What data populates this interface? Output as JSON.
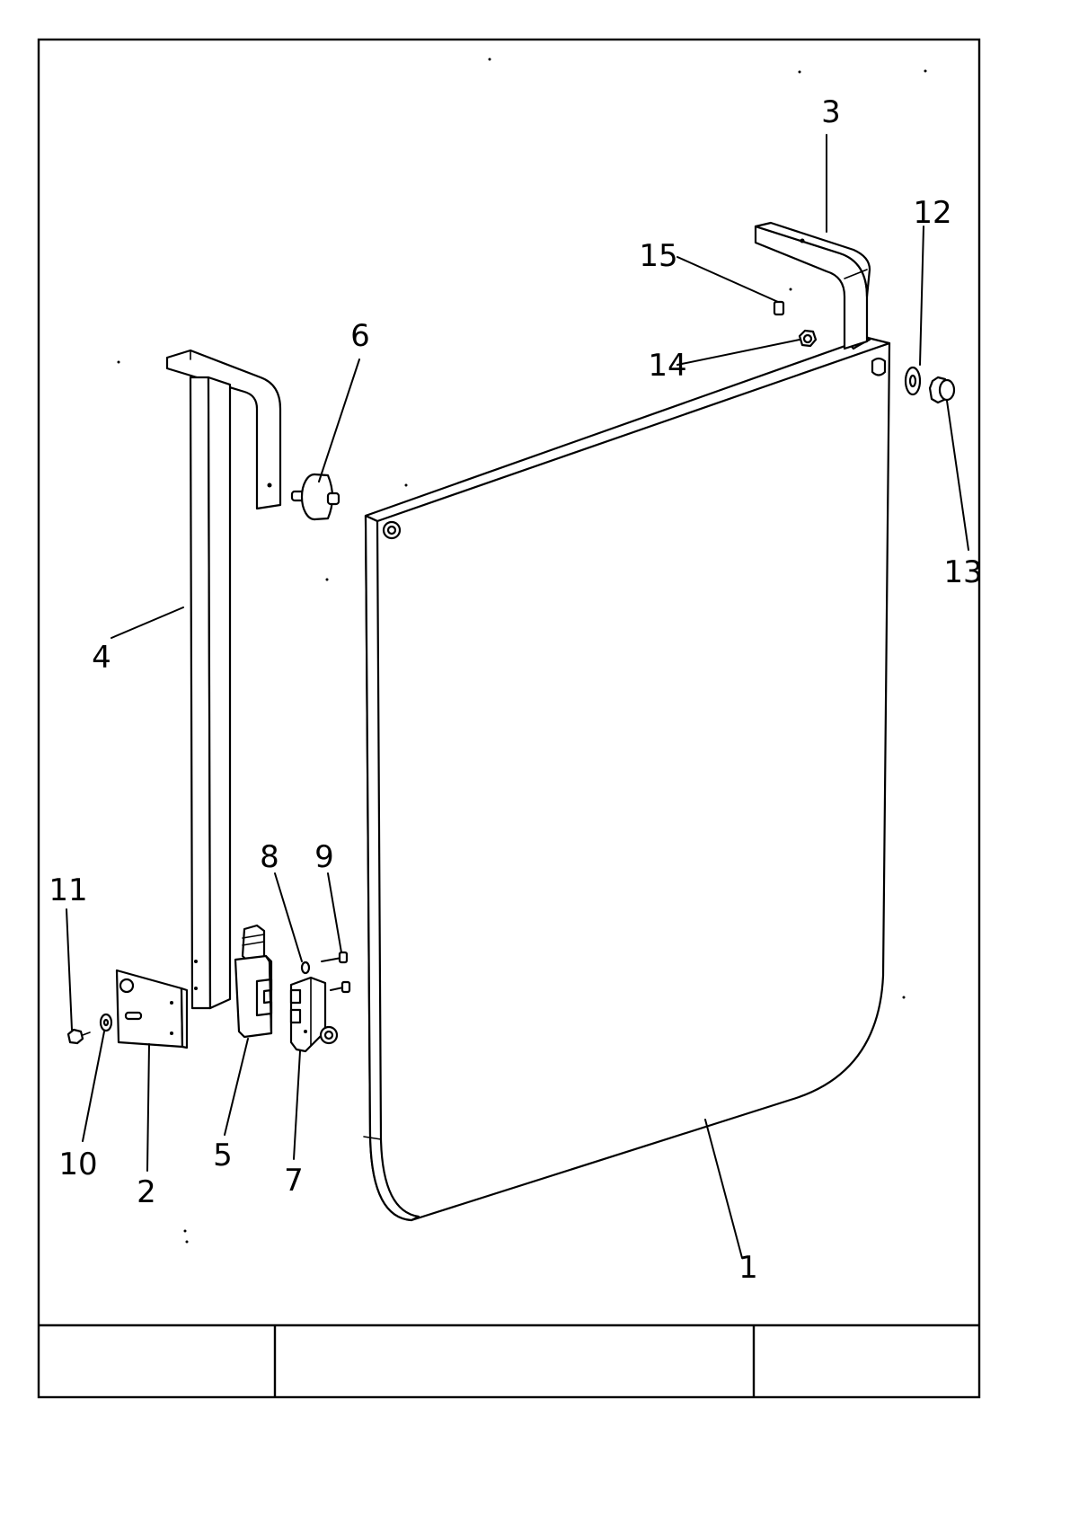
{
  "callouts": [
    {
      "id": "1",
      "label": "1"
    },
    {
      "id": "2",
      "label": "2"
    },
    {
      "id": "3",
      "label": "3"
    },
    {
      "id": "4",
      "label": "4"
    },
    {
      "id": "5",
      "label": "5"
    },
    {
      "id": "6",
      "label": "6"
    },
    {
      "id": "7",
      "label": "7"
    },
    {
      "id": "8",
      "label": "8"
    },
    {
      "id": "9",
      "label": "9"
    },
    {
      "id": "10",
      "label": "10"
    },
    {
      "id": "11",
      "label": "11"
    },
    {
      "id": "12",
      "label": "12"
    },
    {
      "id": "13",
      "label": "13"
    },
    {
      "id": "14",
      "label": "14"
    },
    {
      "id": "15",
      "label": "15"
    }
  ],
  "title_block": {
    "cells": [
      {
        "text": ""
      },
      {
        "text": ""
      },
      {
        "text": ""
      }
    ]
  }
}
